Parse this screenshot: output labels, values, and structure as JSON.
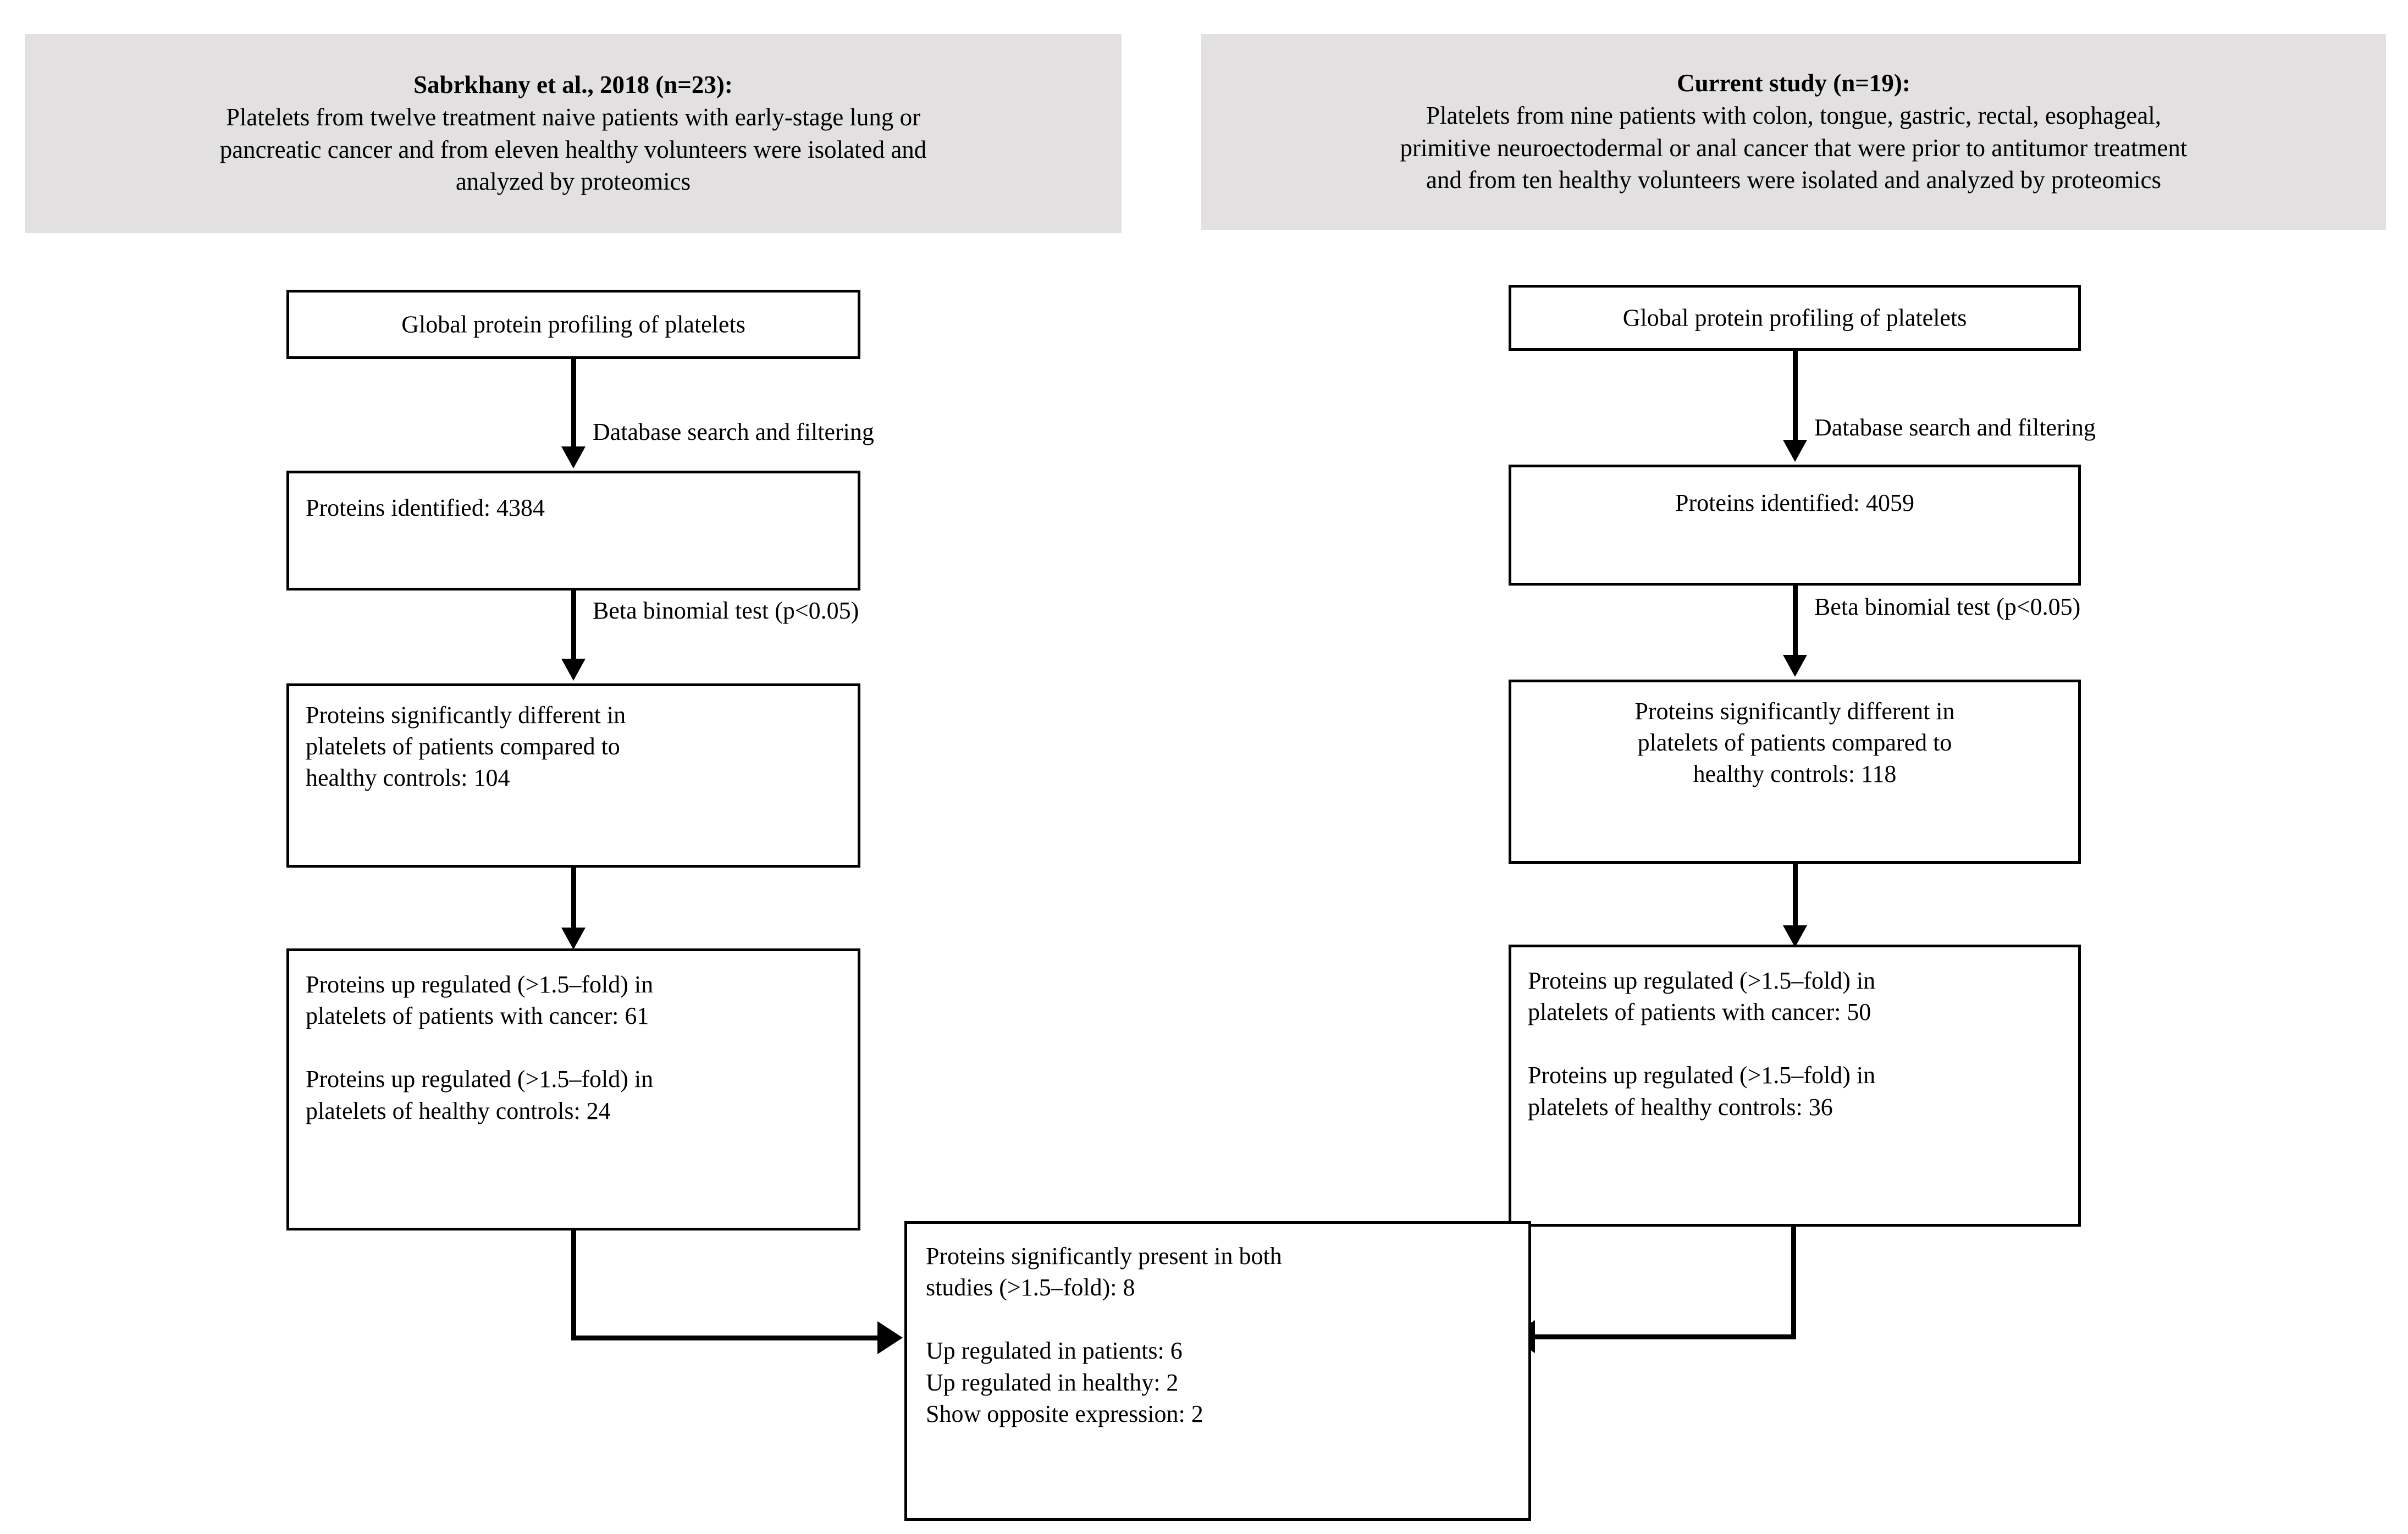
{
  "figure": {
    "type": "flowchart",
    "description": "Two-column comparison flowchart of platelet proteomics studies converging on a shared-results box"
  },
  "headers": [
    {
      "id": "left-header",
      "title": "Sabrkhany et al., 2018 (n=23):",
      "lines": [
        "Platelets from twelve treatment naive patients with early-stage lung or",
        "pancreatic cancer and from eleven healthy volunteers were isolated and",
        "analyzed by proteomics"
      ],
      "background": "#e2e0e0"
    },
    {
      "id": "right-header",
      "title": "Current study (n=19):",
      "lines": [
        "Platelets from nine patients with colon, tongue, gastric, rectal, esophageal,",
        "primitive neuroectodermal or anal cancer that were prior to antitumor treatment",
        "and from ten healthy volunteers were isolated and analyzed by proteomics"
      ],
      "background": "#e2e0e0"
    }
  ],
  "left_column": {
    "node1": {
      "lines": [
        "Global protein profiling of platelets"
      ]
    },
    "node2": {
      "lines": [
        "Proteins identified: 4384"
      ]
    },
    "node3": {
      "lines": [
        "Proteins significantly different in",
        "platelets of patients compared to",
        "healthy controls: 104"
      ]
    },
    "node4": {
      "lines_a": [
        "Proteins up regulated (>1.5–fold) in",
        "platelets of patients with cancer: 61"
      ],
      "lines_b": [
        "Proteins up regulated (>1.5–fold) in",
        "platelets of healthy controls: 24"
      ]
    },
    "edge1_label": "Database search and filtering",
    "edge2_label": "Beta binomial test (p<0.05)"
  },
  "right_column": {
    "node1": {
      "lines": [
        "Global protein profiling of platelets"
      ]
    },
    "node2": {
      "lines": [
        "Proteins identified: 4059"
      ]
    },
    "node3": {
      "lines": [
        "Proteins significantly different in",
        "platelets of patients compared to",
        "healthy controls: 118"
      ]
    },
    "node4": {
      "lines_a": [
        "Proteins up regulated (>1.5–fold) in",
        "platelets of patients with cancer: 50"
      ],
      "lines_b": [
        "Proteins up regulated (>1.5–fold) in",
        "platelets of healthy controls: 36"
      ]
    },
    "edge1_label": "Database search and filtering",
    "edge2_label": "Beta binomial test (p<0.05)"
  },
  "result_box": {
    "lines_a": [
      "Proteins significantly present in both",
      "studies (>1.5–fold): 8"
    ],
    "lines_b": [
      "Up regulated in patients: 6",
      "Up regulated in healthy: 2",
      "Show opposite expression: 2"
    ]
  },
  "values": {
    "sabrkhany_n": 23,
    "current_n": 19,
    "sabrkhany_proteins_identified": 4384,
    "current_proteins_identified": 4059,
    "sabrkhany_significant": 104,
    "current_significant": 118,
    "sabrkhany_up_patients": 61,
    "sabrkhany_up_healthy": 24,
    "current_up_patients": 50,
    "current_up_healthy": 36,
    "shared_total": 8,
    "shared_up_patients": 6,
    "shared_up_healthy": 2,
    "shared_opposite": 2
  },
  "colors": {
    "line": "#000000",
    "header_fill": "#e2e0e0",
    "node_fill": "#ffffff",
    "page_bg": "#ffffff"
  }
}
